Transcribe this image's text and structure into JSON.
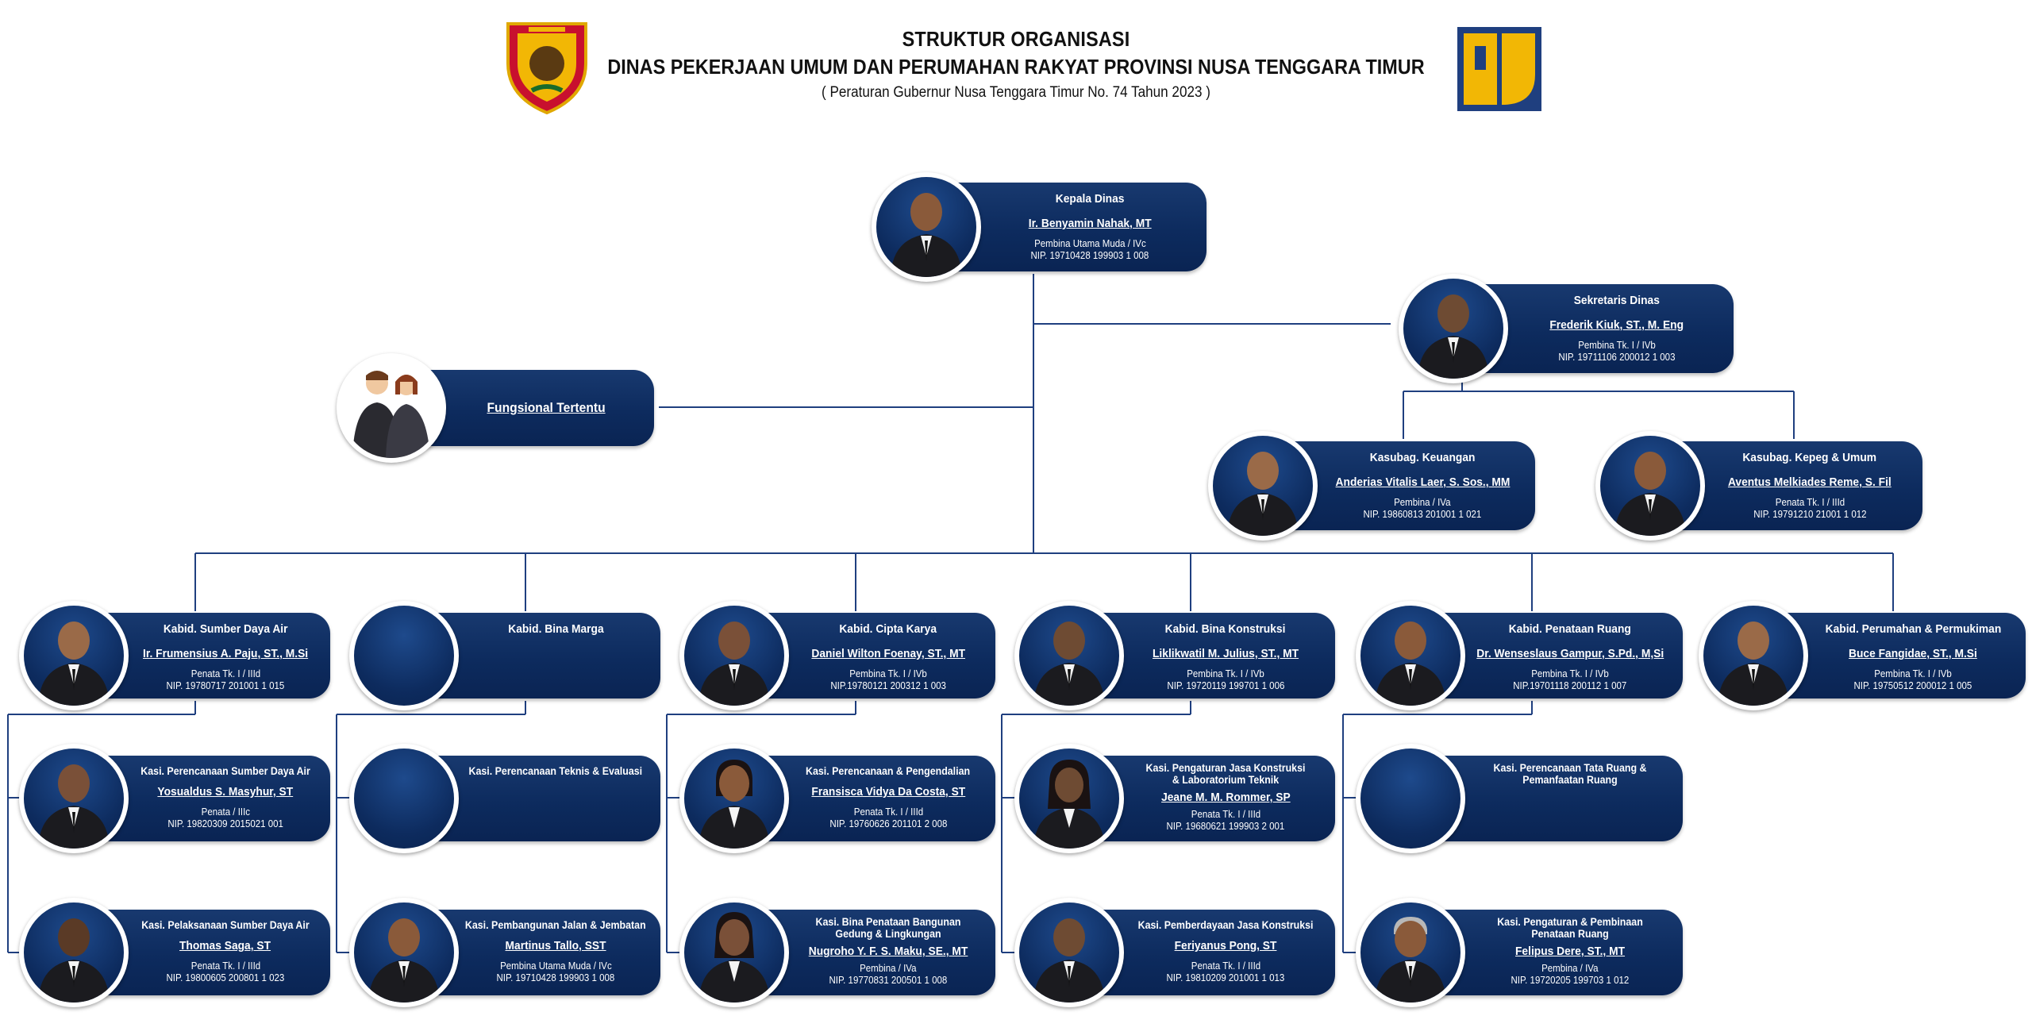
{
  "header": {
    "title_line1": "STRUKTUR ORGANISASI",
    "title_line2": "DINAS PEKERJAAN UMUM DAN PERUMAHAN RAKYAT PROVINSI NUSA TENGGARA TIMUR",
    "subtitle": "( Peraturan Gubernur Nusa Tenggara Timur No. 74 Tahun 2023 )"
  },
  "logos": {
    "left": "ntt-province-emblem-icon",
    "right": "pupr-logo-icon"
  },
  "colors": {
    "node_fill": "#0d2b5e",
    "connector": "#1f3f7f",
    "logo_yellow": "#f2b705",
    "logo_blue": "#1f3f7f",
    "emblem_red": "#c8102e"
  },
  "kepala": {
    "title": "Kepala Dinas",
    "name": "Ir. Benyamin Nahak, MT",
    "rank": "Pembina Utama Muda / IVc",
    "nip": "NIP. 19710428 199903 1 008"
  },
  "sekretaris": {
    "title": "Sekretaris Dinas",
    "name": "Frederik Kiuk, ST., M. Eng",
    "rank": "Pembina Tk. I / IVb",
    "nip": "NIP. 19711106 200012 1 003"
  },
  "fungsional": {
    "title": "Fungsional Tertentu"
  },
  "keuangan": {
    "title": "Kasubag. Keuangan",
    "name": "Anderias Vitalis Laer, S. Sos., MM",
    "rank": "Pembina / IVa",
    "nip": "NIP. 19860813 201001 1 021"
  },
  "kepeg": {
    "title": "Kasubag. Kepeg & Umum",
    "name": "Aventus Melkiades Reme, S. Fil",
    "rank": "Penata Tk. I / IIId",
    "nip": "NIP. 19791210 21001 1 012"
  },
  "bidang": [
    {
      "head": {
        "title": "Kabid. Sumber Daya Air",
        "name": "Ir. Frumensius A. Paju, ST., M.Si",
        "rank": "Penata Tk. I / IIId",
        "nip": "NIP. 19780717 201001 1 015"
      },
      "kasi": [
        {
          "title": "Kasi. Perencanaan Sumber Daya Air",
          "name": "Yosualdus S. Masyhur, ST",
          "rank": "Penata / IIIc",
          "nip": "NIP. 19820309 2015021 001"
        },
        {
          "title": "Kasi. Pelaksanaan Sumber Daya Air",
          "name": "Thomas Saga, ST",
          "rank": "Penata Tk. I / IIId",
          "nip": "NIP. 19800605 200801 1 023"
        }
      ]
    },
    {
      "head": {
        "title": "Kabid. Bina Marga",
        "name": "",
        "rank": "",
        "nip": ""
      },
      "kasi": [
        {
          "title": "Kasi. Perencanaan Teknis & Evaluasi",
          "name": "",
          "rank": "",
          "nip": ""
        },
        {
          "title": "Kasi. Pembangunan Jalan & Jembatan",
          "name": "Martinus Tallo, SST",
          "rank": "Pembina Utama Muda / IVc",
          "nip": "NIP. 19710428 199903 1 008"
        }
      ]
    },
    {
      "head": {
        "title": "Kabid. Cipta Karya",
        "name": "Daniel Wilton Foenay, ST., MT",
        "rank": "Pembina Tk. I / IVb",
        "nip": "NIP.19780121 200312 1 003"
      },
      "kasi": [
        {
          "title": "Kasi. Perencanaan & Pengendalian",
          "name": "Fransisca Vidya Da Costa, ST",
          "rank": "Penata Tk. I / IIId",
          "nip": "NIP. 19760626 201101 2 008"
        },
        {
          "title": "Kasi. Bina Penataan Bangunan Gedung & Lingkungan",
          "name": "Nugroho Y. F. S. Maku, SE., MT",
          "rank": "Pembina / IVa",
          "nip": "NIP. 19770831 200501 1 008"
        }
      ]
    },
    {
      "head": {
        "title": "Kabid. Bina Konstruksi",
        "name": "Liklikwatil M. Julius, ST., MT",
        "rank": "Pembina Tk. I / IVb",
        "nip": "NIP. 19720119 199701 1 006"
      },
      "kasi": [
        {
          "title": "Kasi. Pengaturan Jasa Konstruksi & Laboratorium Teknik",
          "name": "Jeane M. M. Rommer, SP",
          "rank": "Penata Tk. I / IIId",
          "nip": "NIP. 19680621 199903 2 001"
        },
        {
          "title": "Kasi. Pemberdayaan Jasa Konstruksi",
          "name": "Feriyanus Pong, ST",
          "rank": "Penata Tk. I / IIId",
          "nip": "NIP. 19810209 201001 1 013"
        }
      ]
    },
    {
      "head": {
        "title": "Kabid. Penataan Ruang",
        "name": "Dr. Wenseslaus Gampur, S.Pd., M,Si",
        "rank": "Pembina Tk. I / IVb",
        "nip": "NIP.19701118 200112 1 007"
      },
      "kasi": [
        {
          "title": "Kasi. Perencanaan Tata Ruang & Pemanfaatan Ruang",
          "name": "",
          "rank": "",
          "nip": ""
        },
        {
          "title": "Kasi. Pengaturan & Pembinaan Penataan Ruang",
          "name": "Felipus Dere, ST., MT",
          "rank": "Pembina / IVa",
          "nip": "NIP. 19720205 199703 1 012"
        }
      ]
    },
    {
      "head": {
        "title": "Kabid. Perumahan & Permukiman",
        "name": "Buce Fangidae, ST., M.Si",
        "rank": "Pembina Tk. I / IVb",
        "nip": "NIP. 19750512 200012 1 005"
      },
      "kasi": []
    }
  ]
}
